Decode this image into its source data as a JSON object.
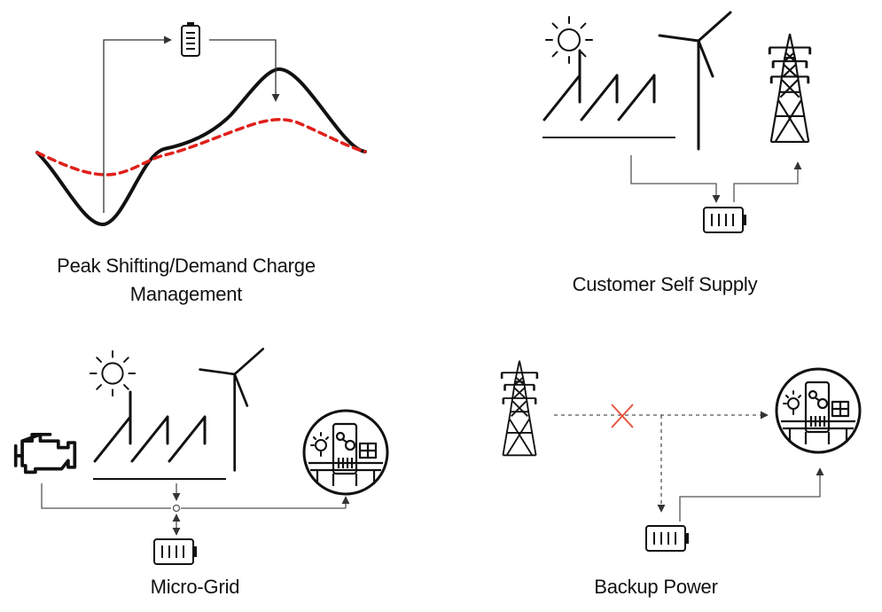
{
  "captions": {
    "peak_line1": "Peak Shifting/Demand Charge",
    "peak_line2": "Management",
    "self_supply": "Customer Self Supply",
    "micro_grid": "Micro-Grid",
    "backup": "Backup Power"
  },
  "icons": [
    "sun-icon",
    "wind-turbine-icon",
    "solar-panel-icon",
    "transmission-tower-icon",
    "battery-icon",
    "engine-icon",
    "facility-icon",
    "cross-icon"
  ],
  "colors": {
    "line": "#111111",
    "connector": "#555555",
    "demand_curve_shifted": "#e0201b",
    "fault_cross": "#e8553e"
  }
}
